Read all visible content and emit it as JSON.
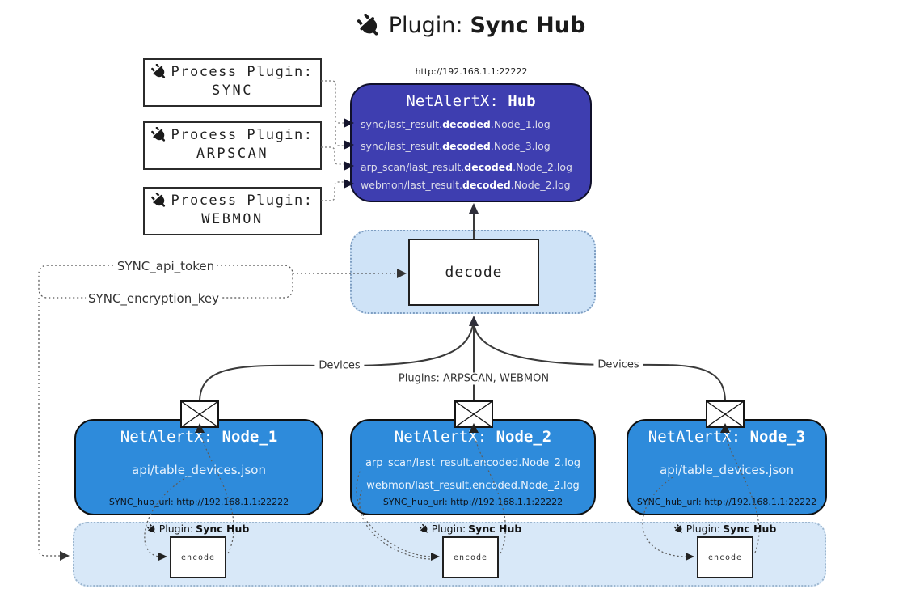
{
  "title": {
    "prefix": "Plugin:",
    "name": "Sync Hub"
  },
  "hub": {
    "url": "http://192.168.1.1:22222",
    "title_prefix": "NetAlertX:",
    "title_name": "Hub",
    "lines": [
      {
        "pre": "sync/last_result.",
        "bold": "decoded",
        "post": ".Node_1.log"
      },
      {
        "pre": "sync/last_result.",
        "bold": "decoded",
        "post": ".Node_3.log"
      },
      {
        "pre": "arp_scan/last_result.",
        "bold": "decoded",
        "post": ".Node_2.log"
      },
      {
        "pre": "webmon/last_result.",
        "bold": "decoded",
        "post": ".Node_2.log"
      }
    ]
  },
  "process_plugins": [
    {
      "label": "Process Plugin:",
      "name": "SYNC"
    },
    {
      "label": "Process Plugin:",
      "name": "ARPSCAN"
    },
    {
      "label": "Process Plugin:",
      "name": "WEBMON"
    }
  ],
  "decode": {
    "label": "decode"
  },
  "keys": {
    "api_token": "SYNC_api_token",
    "encryption_key": "SYNC_encryption_key"
  },
  "edge_labels": {
    "devices_left": "Devices",
    "devices_right": "Devices",
    "plugins_mid": "Plugins: ARPSCAN, WEBMON"
  },
  "nodes": [
    {
      "title_prefix": "NetAlertX:",
      "title_name": "Node_1",
      "lines": [
        "api/table_devices.json"
      ],
      "hub_url": "SYNC_hub_url: http://192.168.1.1:22222"
    },
    {
      "title_prefix": "NetAlertX:",
      "title_name": "Node_2",
      "lines": [
        "arp_scan/last_result.encoded.Node_2.log",
        "webmon/last_result.encoded.Node_2.log"
      ],
      "hub_url": "SYNC_hub_url: http://192.168.1.1:22222"
    },
    {
      "title_prefix": "NetAlertX:",
      "title_name": "Node_3",
      "lines": [
        "api/table_devices.json"
      ],
      "hub_url": "SYNC_hub_url: http://192.168.1.1:22222"
    }
  ],
  "encoders": [
    {
      "label_prefix": "Plugin:",
      "label_name": "Sync Hub",
      "box": "encode"
    },
    {
      "label_prefix": "Plugin:",
      "label_name": "Sync Hub",
      "box": "encode"
    },
    {
      "label_prefix": "Plugin:",
      "label_name": "Sync Hub",
      "box": "encode"
    }
  ],
  "colors": {
    "hub-bg": "#3e3eb0",
    "node-bg": "#2e8bdb",
    "panel-bg": "#cfe3f7",
    "bar-bg": "#d8e8f8"
  }
}
